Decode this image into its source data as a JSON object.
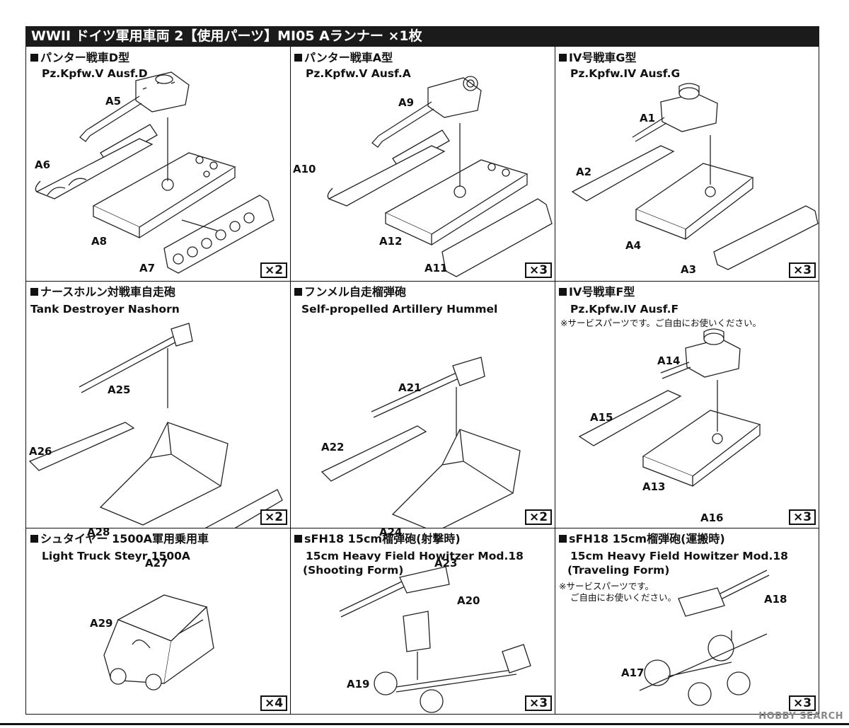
{
  "header": {
    "title": "WWII ドイツ軍用車両 2【使用パーツ】MI05 Aランナー ×1枚"
  },
  "panels": [
    {
      "title": "パンター戦車D型",
      "subtitle": "Pz.Kpfw.V Ausf.D",
      "qty": "×2",
      "labels": [
        "A5",
        "A6",
        "A8",
        "A7"
      ],
      "icon": "panther-tank-drawing"
    },
    {
      "title": "パンター戦車A型",
      "subtitle": "Pz.Kpfw.V Ausf.A",
      "qty": "×3",
      "labels": [
        "A9",
        "A10",
        "A12",
        "A11"
      ],
      "icon": "panther-tank-drawing"
    },
    {
      "title": "IV号戦車G型",
      "subtitle": "Pz.Kpfw.IV Ausf.G",
      "qty": "×3",
      "labels": [
        "A1",
        "A2",
        "A4",
        "A3"
      ],
      "icon": "panzer-iv-drawing"
    },
    {
      "title": "ナースホルン対戦車自走砲",
      "subtitle": "Tank Destroyer Nashorn",
      "qty": "×2",
      "labels": [
        "A25",
        "A26",
        "A28",
        "A27"
      ],
      "icon": "self-propelled-gun-drawing"
    },
    {
      "title": "フンメル自走榴弾砲",
      "subtitle": "Self-propelled Artillery Hummel",
      "qty": "×2",
      "labels": [
        "A21",
        "A22",
        "A24",
        "A23"
      ],
      "icon": "self-propelled-gun-drawing"
    },
    {
      "title": "IV号戦車F型",
      "subtitle": "Pz.Kpfw.IV Ausf.F",
      "note": "※サービスパーツです。ご自由にお使いください。",
      "qty": "×3",
      "labels": [
        "A14",
        "A15",
        "A13",
        "A16"
      ],
      "icon": "panzer-iv-drawing"
    },
    {
      "title": "シュタイヤー 1500A軍用乗用車",
      "subtitle": "Light Truck Steyr 1500A",
      "qty": "×4",
      "labels": [
        "A29"
      ],
      "icon": "truck-drawing"
    },
    {
      "title": "sFH18 15cm榴弾砲(射撃時)",
      "subtitle": "15cm Heavy Field Howitzer Mod.18",
      "subtitle2": "(Shooting Form)",
      "qty": "×3",
      "labels": [
        "A20",
        "A19"
      ],
      "icon": "howitzer-drawing"
    },
    {
      "title": "sFH18 15cm榴弾砲(運搬時)",
      "subtitle": "15cm Heavy Field Howitzer Mod.18",
      "subtitle2": "(Traveling Form)",
      "note": "※サービスパーツです。",
      "note2": "ご自由にお使いください。",
      "qty": "×3",
      "labels": [
        "A18",
        "A17"
      ],
      "icon": "howitzer-drawing"
    }
  ],
  "watermark": "HOBBY SEARCH"
}
